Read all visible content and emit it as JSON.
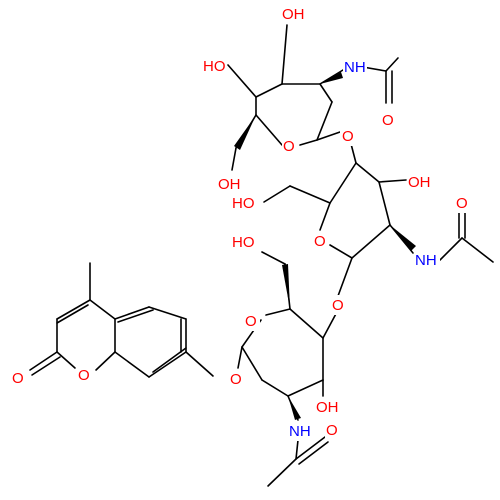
{
  "colors": {
    "bond": "#000000",
    "oxygen": "#ff0000",
    "nitrogen": "#0000ff",
    "background": "#ffffff"
  },
  "labels": {
    "top_sugar": {
      "oh_c4": "OH",
      "ho_c3": "HO",
      "nh": "NH",
      "carbonyl_o": "O",
      "ring_o": "O",
      "ch2oh": "OH",
      "glycosidic_o": "O"
    },
    "middle_sugar": {
      "oh": "OH",
      "ch2oh": "HO",
      "ring_o": "O",
      "nh": "NH",
      "carbonyl_o": "O",
      "glycosidic_o": "O"
    },
    "bottom_sugar": {
      "ch2oh": "HO",
      "ring_o": "O",
      "oh": "OH",
      "nh": "NH",
      "carbonyl_o": "O",
      "aglycone_o": "O"
    },
    "coumarin": {
      "carbonyl_o": "O",
      "ring_o": "O"
    }
  }
}
